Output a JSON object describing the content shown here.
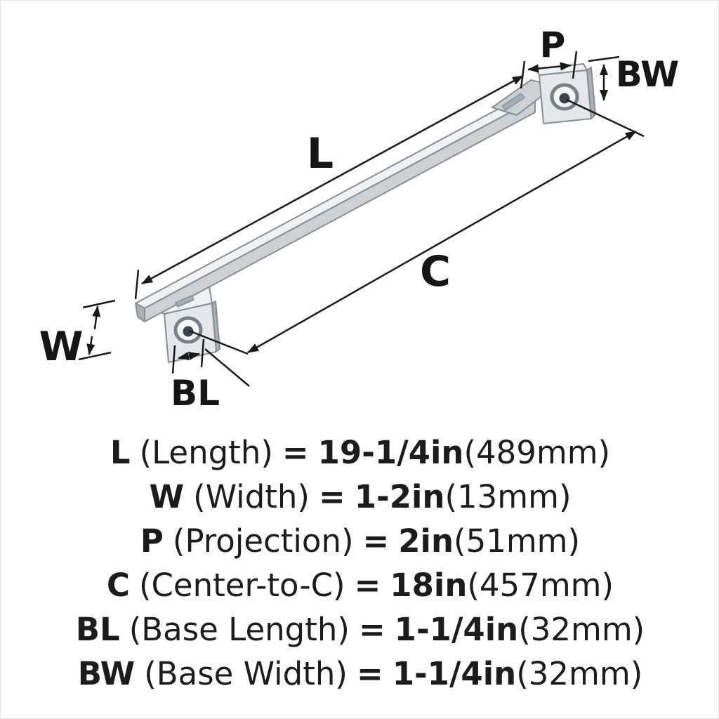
{
  "figure": {
    "labels": {
      "length": "L",
      "center_to_center": "C",
      "projection": "P",
      "base_width": "BW",
      "width": "W",
      "base_length": "BL"
    }
  },
  "specs": [
    {
      "letter": "L",
      "name": "(Length)",
      "equals": "=",
      "value": "19-1/4in",
      "metric": "(489mm)"
    },
    {
      "letter": "W",
      "name": "(Width)",
      "equals": "=",
      "value": "1-2in",
      "metric": "(13mm)"
    },
    {
      "letter": "P",
      "name": "(Projection)",
      "equals": "=",
      "value": "2in",
      "metric": "(51mm)"
    },
    {
      "letter": "C",
      "name": "(Center-to-C)",
      "equals": "=",
      "value": "18in",
      "metric": "(457mm)"
    },
    {
      "letter": "BL",
      "name": "(Base Length)",
      "equals": "=",
      "value": "1-1/4in",
      "metric": "(32mm)"
    },
    {
      "letter": "BW",
      "name": "(Base Width)",
      "equals": "=",
      "value": "1-1/4in",
      "metric": "(32mm)"
    }
  ],
  "colors": {
    "line": "#1a1a1a",
    "text": "#1c1c1c",
    "metal_light": "#eff1f2",
    "metal_mid": "#cdd1d4",
    "metal_dark": "#aab0b4",
    "metal_face": "#e5e8ea",
    "outline": "#878e93",
    "screw_ring": "#798186",
    "screw_center": "#3d4449"
  }
}
